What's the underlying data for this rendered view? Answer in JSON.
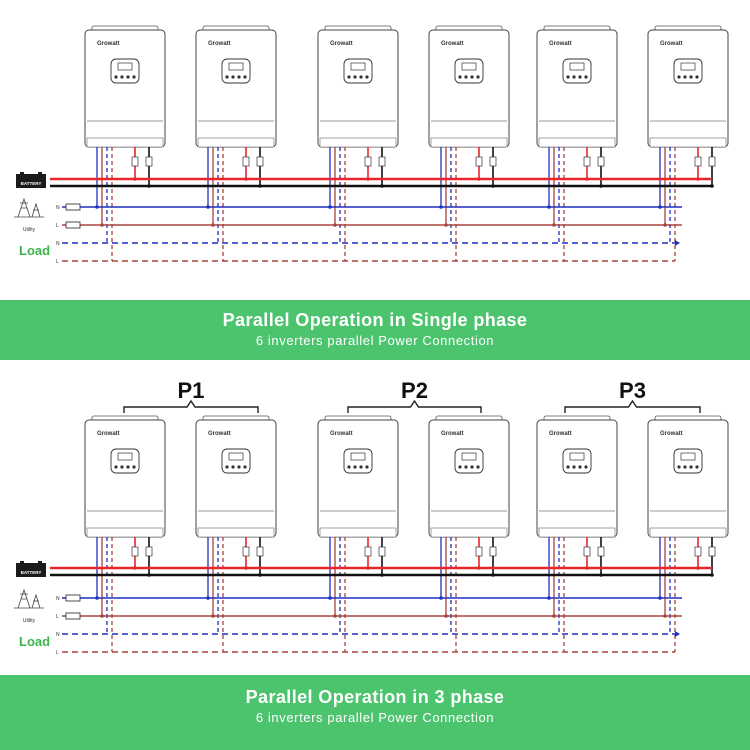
{
  "colors": {
    "banner_green": "#4cc46e",
    "battery_positive": "#e8252a",
    "battery_negative": "#111111",
    "neutral_line": "#1f2fbf",
    "live_line": "#a8453c",
    "load_label": "#3ab54a"
  },
  "top": {
    "inverter_brand": "Growatt",
    "labels": {
      "battery": "BATTERY",
      "utility": "Utility",
      "load": "Load",
      "neutral": "N",
      "live": "L"
    },
    "inverter_count": 6
  },
  "bottom": {
    "inverter_brand": "Growatt",
    "labels": {
      "battery": "BATTERY",
      "utility": "Utility",
      "load": "Load",
      "neutral": "N",
      "live": "L"
    },
    "groups": [
      "P1",
      "P2",
      "P3"
    ],
    "inverter_count": 6
  },
  "banner_top": {
    "title": "Parallel Operation in Single phase",
    "subtitle": "6 inverters parallel Power Connection"
  },
  "banner_bottom": {
    "title": "Parallel Operation in 3 phase",
    "subtitle": "6 inverters parallel Power Connection"
  }
}
